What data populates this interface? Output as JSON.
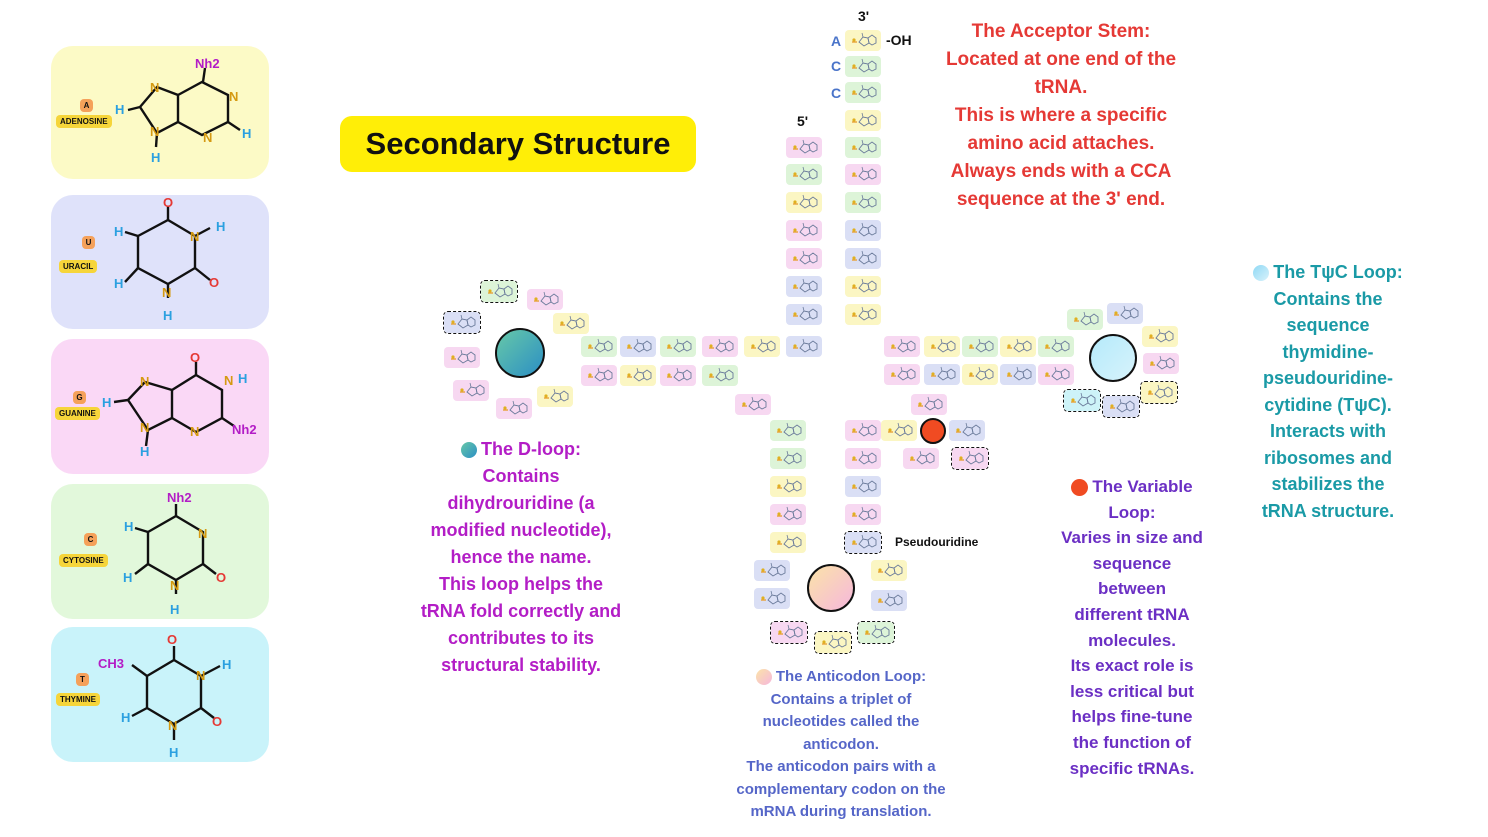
{
  "colors": {
    "pink": "#f7d8f1",
    "green": "#ddf4d8",
    "yellow": "#fbf6c3",
    "blue": "#dadff5",
    "cyan": "#cdf3f8",
    "title_bg": "#ffee07",
    "acceptor_text": "#e53935",
    "dloop_text": "#b31dc6",
    "tpsic_text": "#1a9aa6",
    "variable_text": "#6b2fc4",
    "anticodon_text": "#5566c8"
  },
  "bases": [
    {
      "letter": "A",
      "name": "ADENOSINE",
      "color": "#fcfac6",
      "atoms": {
        "nh2": "Nh2",
        "n1": "N",
        "n3": "N",
        "n7": "N",
        "n9": "N",
        "h8": "H",
        "h9": "H",
        "h2": "H"
      }
    },
    {
      "letter": "U",
      "name": "URACIL",
      "color": "#dfe2fa",
      "atoms": {
        "o4": "O",
        "o2": "O",
        "n3": "N",
        "n1": "N",
        "h3": "H",
        "h1": "H",
        "h5": "H",
        "h6": "H"
      }
    },
    {
      "letter": "G",
      "name": "GUANINE",
      "color": "#fad8f6",
      "atoms": {
        "o6": "O",
        "nh2": "Nh2",
        "n1": "N",
        "n3": "N",
        "n7": "N",
        "n9": "N",
        "h1": "H",
        "h8": "H",
        "h9": "H"
      }
    },
    {
      "letter": "C",
      "name": "CYTOSINE",
      "color": "#e2f8db",
      "atoms": {
        "nh2": "Nh2",
        "o2": "O",
        "n3": "N",
        "n1": "N",
        "h5": "H",
        "h6": "H",
        "h1": "H"
      }
    },
    {
      "letter": "T",
      "name": "THYMINE",
      "color": "#c9f3fa",
      "atoms": {
        "ch3": "CH3",
        "o4": "O",
        "o2": "O",
        "n3": "N",
        "n1": "N",
        "h3": "H",
        "h6": "H",
        "h1": "H"
      }
    }
  ],
  "title": "Secondary Structure",
  "labels": {
    "three_prime": "3'",
    "five_prime": "5'",
    "oh": "-OH",
    "cca": [
      "A",
      "C",
      "C"
    ],
    "pseudouridine": "Pseudouridine"
  },
  "acceptor": {
    "lines": [
      "The Acceptor Stem:",
      "Located at one end of the",
      "tRNA.",
      "This is where a specific",
      "amino acid attaches.",
      "Always ends with a CCA",
      "sequence at the 3' end."
    ]
  },
  "dloop": {
    "lines": [
      "The D-loop:",
      "Contains",
      "dihydrouridine (a",
      "modified nucleotide),",
      "hence the name.",
      "This loop helps the",
      "tRNA fold correctly and",
      "contributes to its",
      "structural stability."
    ]
  },
  "tpsic": {
    "lines": [
      "The TψC Loop:",
      "Contains the",
      "sequence",
      "thymidine-",
      "pseudouridine-",
      "cytidine (TψC).",
      "Interacts with",
      "ribosomes and",
      "stabilizes the",
      "tRNA structure."
    ]
  },
  "variable": {
    "lines": [
      "The Variable",
      "Loop:",
      "Varies in size and",
      "sequence",
      "between",
      "different tRNA",
      "molecules.",
      "Its exact role is",
      "less critical but",
      "helps fine-tune",
      "the function of",
      "specific tRNAs."
    ]
  },
  "anticodon": {
    "lines": [
      "The Anticodon Loop:",
      "Contains a triplet of",
      "nucleotides called the",
      "anticodon.",
      "The anticodon pairs with a",
      "complementary codon on the",
      "mRNA during translation."
    ]
  }
}
